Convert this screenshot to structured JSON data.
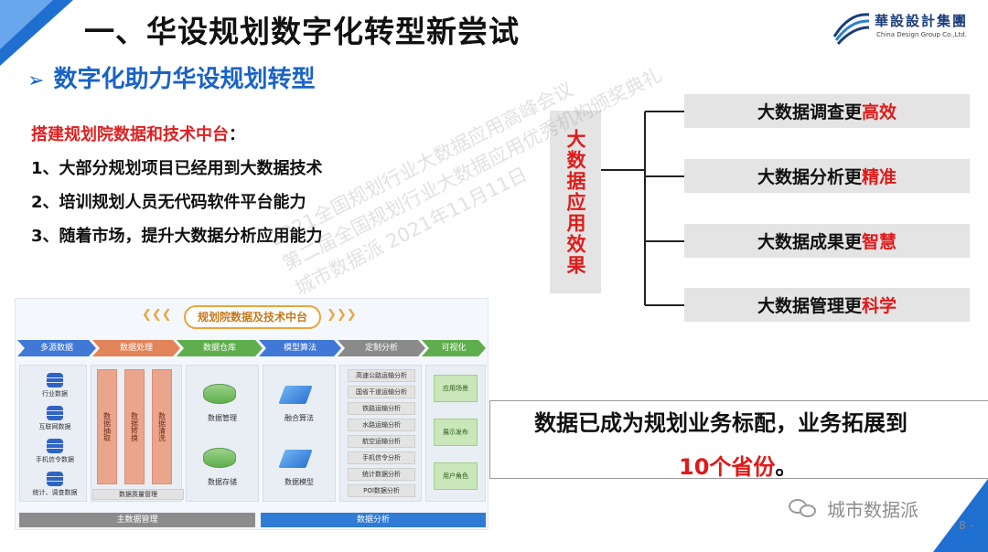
{
  "header": {
    "title": "一、华设规划数字化转型新尝试",
    "logo": {
      "name": "華設設計集團",
      "en": "China Design Group Co.,Ltd."
    }
  },
  "subtitle": {
    "arrow": "➢",
    "text": "数字化助力华设规划转型"
  },
  "intro": {
    "highlight": "搭建规划院数据和技术中台",
    "suffix": "："
  },
  "points": [
    "1、大部分规划项目已经用到大数据技术",
    "2、培训规划人员无代码软件平台能力",
    "3、随着市场，提升大数据分析应用能力"
  ],
  "diagram": {
    "vertical_label": "大数据应用效果",
    "items": [
      {
        "prefix": "大数据调查更",
        "highlight": "高效"
      },
      {
        "prefix": "大数据分析更",
        "highlight": "精准"
      },
      {
        "prefix": "大数据成果更",
        "highlight": "智慧"
      },
      {
        "prefix": "大数据管理更",
        "highlight": "科学"
      }
    ]
  },
  "info": {
    "line1": "数据已成为规划业务标配，业务拓展到",
    "line2_red": "10个省份",
    "line2_suffix": "。"
  },
  "platform": {
    "title": "规划院数据及技术中台",
    "chevrons_left": "❮❮❮",
    "chevrons_right": "❯❯❯",
    "steps": [
      "多源数据",
      "数据处理",
      "数据仓库",
      "模型算法",
      "定制分析",
      "可视化"
    ],
    "sources": [
      "行业数据",
      "互联网数据",
      "手机信令数据",
      "统计、调查数据"
    ],
    "processing": [
      "数据抽取",
      "数据转换",
      "数据清洗"
    ],
    "quality": "数据质量管理",
    "warehouse": [
      "数据管理",
      "数据存储"
    ],
    "models": [
      "融合算法",
      "数据模型"
    ],
    "analysis": [
      "高速公路运输分析",
      "国省干道运输分析",
      "铁路运输分析",
      "水路运输分析",
      "航空运输分析",
      "手机信令分析",
      "统计数据分析",
      "POI数据分析"
    ],
    "visual": [
      "应用场景",
      "展示发布",
      "用户角色"
    ],
    "bars": [
      "主数据管理",
      "数据分析"
    ]
  },
  "watermark": {
    "line1": "2021全国规划行业大数据应用高峰会议",
    "line2": "第二届全国规划行业大数据应用优秀机构颁奖典礼",
    "line3": "城市数据派  2021年11月11日"
  },
  "footer": {
    "wechat_label": "城市数据派",
    "page": "- 8 -"
  },
  "colors": {
    "accent": "#1f6fd1",
    "highlight": "#e01a1a"
  }
}
